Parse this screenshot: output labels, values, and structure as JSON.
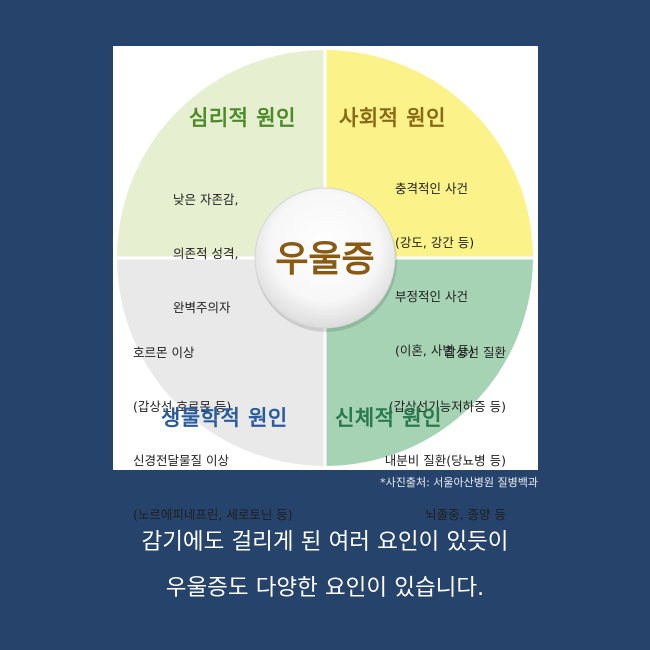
{
  "diagram": {
    "center_label": "우울증",
    "quadrants": [
      {
        "id": "psychological",
        "title": "심리적 원인",
        "details": [
          "낮은 자존감,",
          "의존적 성격,",
          "완벽주의자"
        ],
        "fill_color": "#e6efcf",
        "title_color": "#4d8a2a"
      },
      {
        "id": "social",
        "title": "사회적 원인",
        "details": [
          "충격적인 사건",
          "(강도, 강간 등)",
          "부정적인 사건",
          "(이혼, 사별 등)"
        ],
        "fill_color": "#fbf38a",
        "title_color": "#8a6a18"
      },
      {
        "id": "biological",
        "title": "생물학적 원인",
        "details": [
          "호르몬 이상",
          "(갑상선 호르몬 등)",
          "신경전달물질 이상",
          "(노르에피네프린, 세로토닌 등)"
        ],
        "fill_color": "#e9e9ea",
        "title_color": "#2b5c9c"
      },
      {
        "id": "physical",
        "title": "신체적 원인",
        "details": [
          "갑상선 질환",
          "(갑상선기능저하증 등)",
          "내분비 질환(당뇨병 등)",
          "뇌졸중, 종양 등"
        ],
        "fill_color": "#a6d3b4",
        "title_color": "#2a7a4f"
      }
    ],
    "center_text_color": "#8a5a12"
  },
  "credit": "*사진출처: 서울아산병원 질병백과",
  "caption": {
    "line1": "감기에도 걸리게 된 여러 요인이 있듯이",
    "line2": "우울증도 다양한 요인이 있습니다."
  }
}
